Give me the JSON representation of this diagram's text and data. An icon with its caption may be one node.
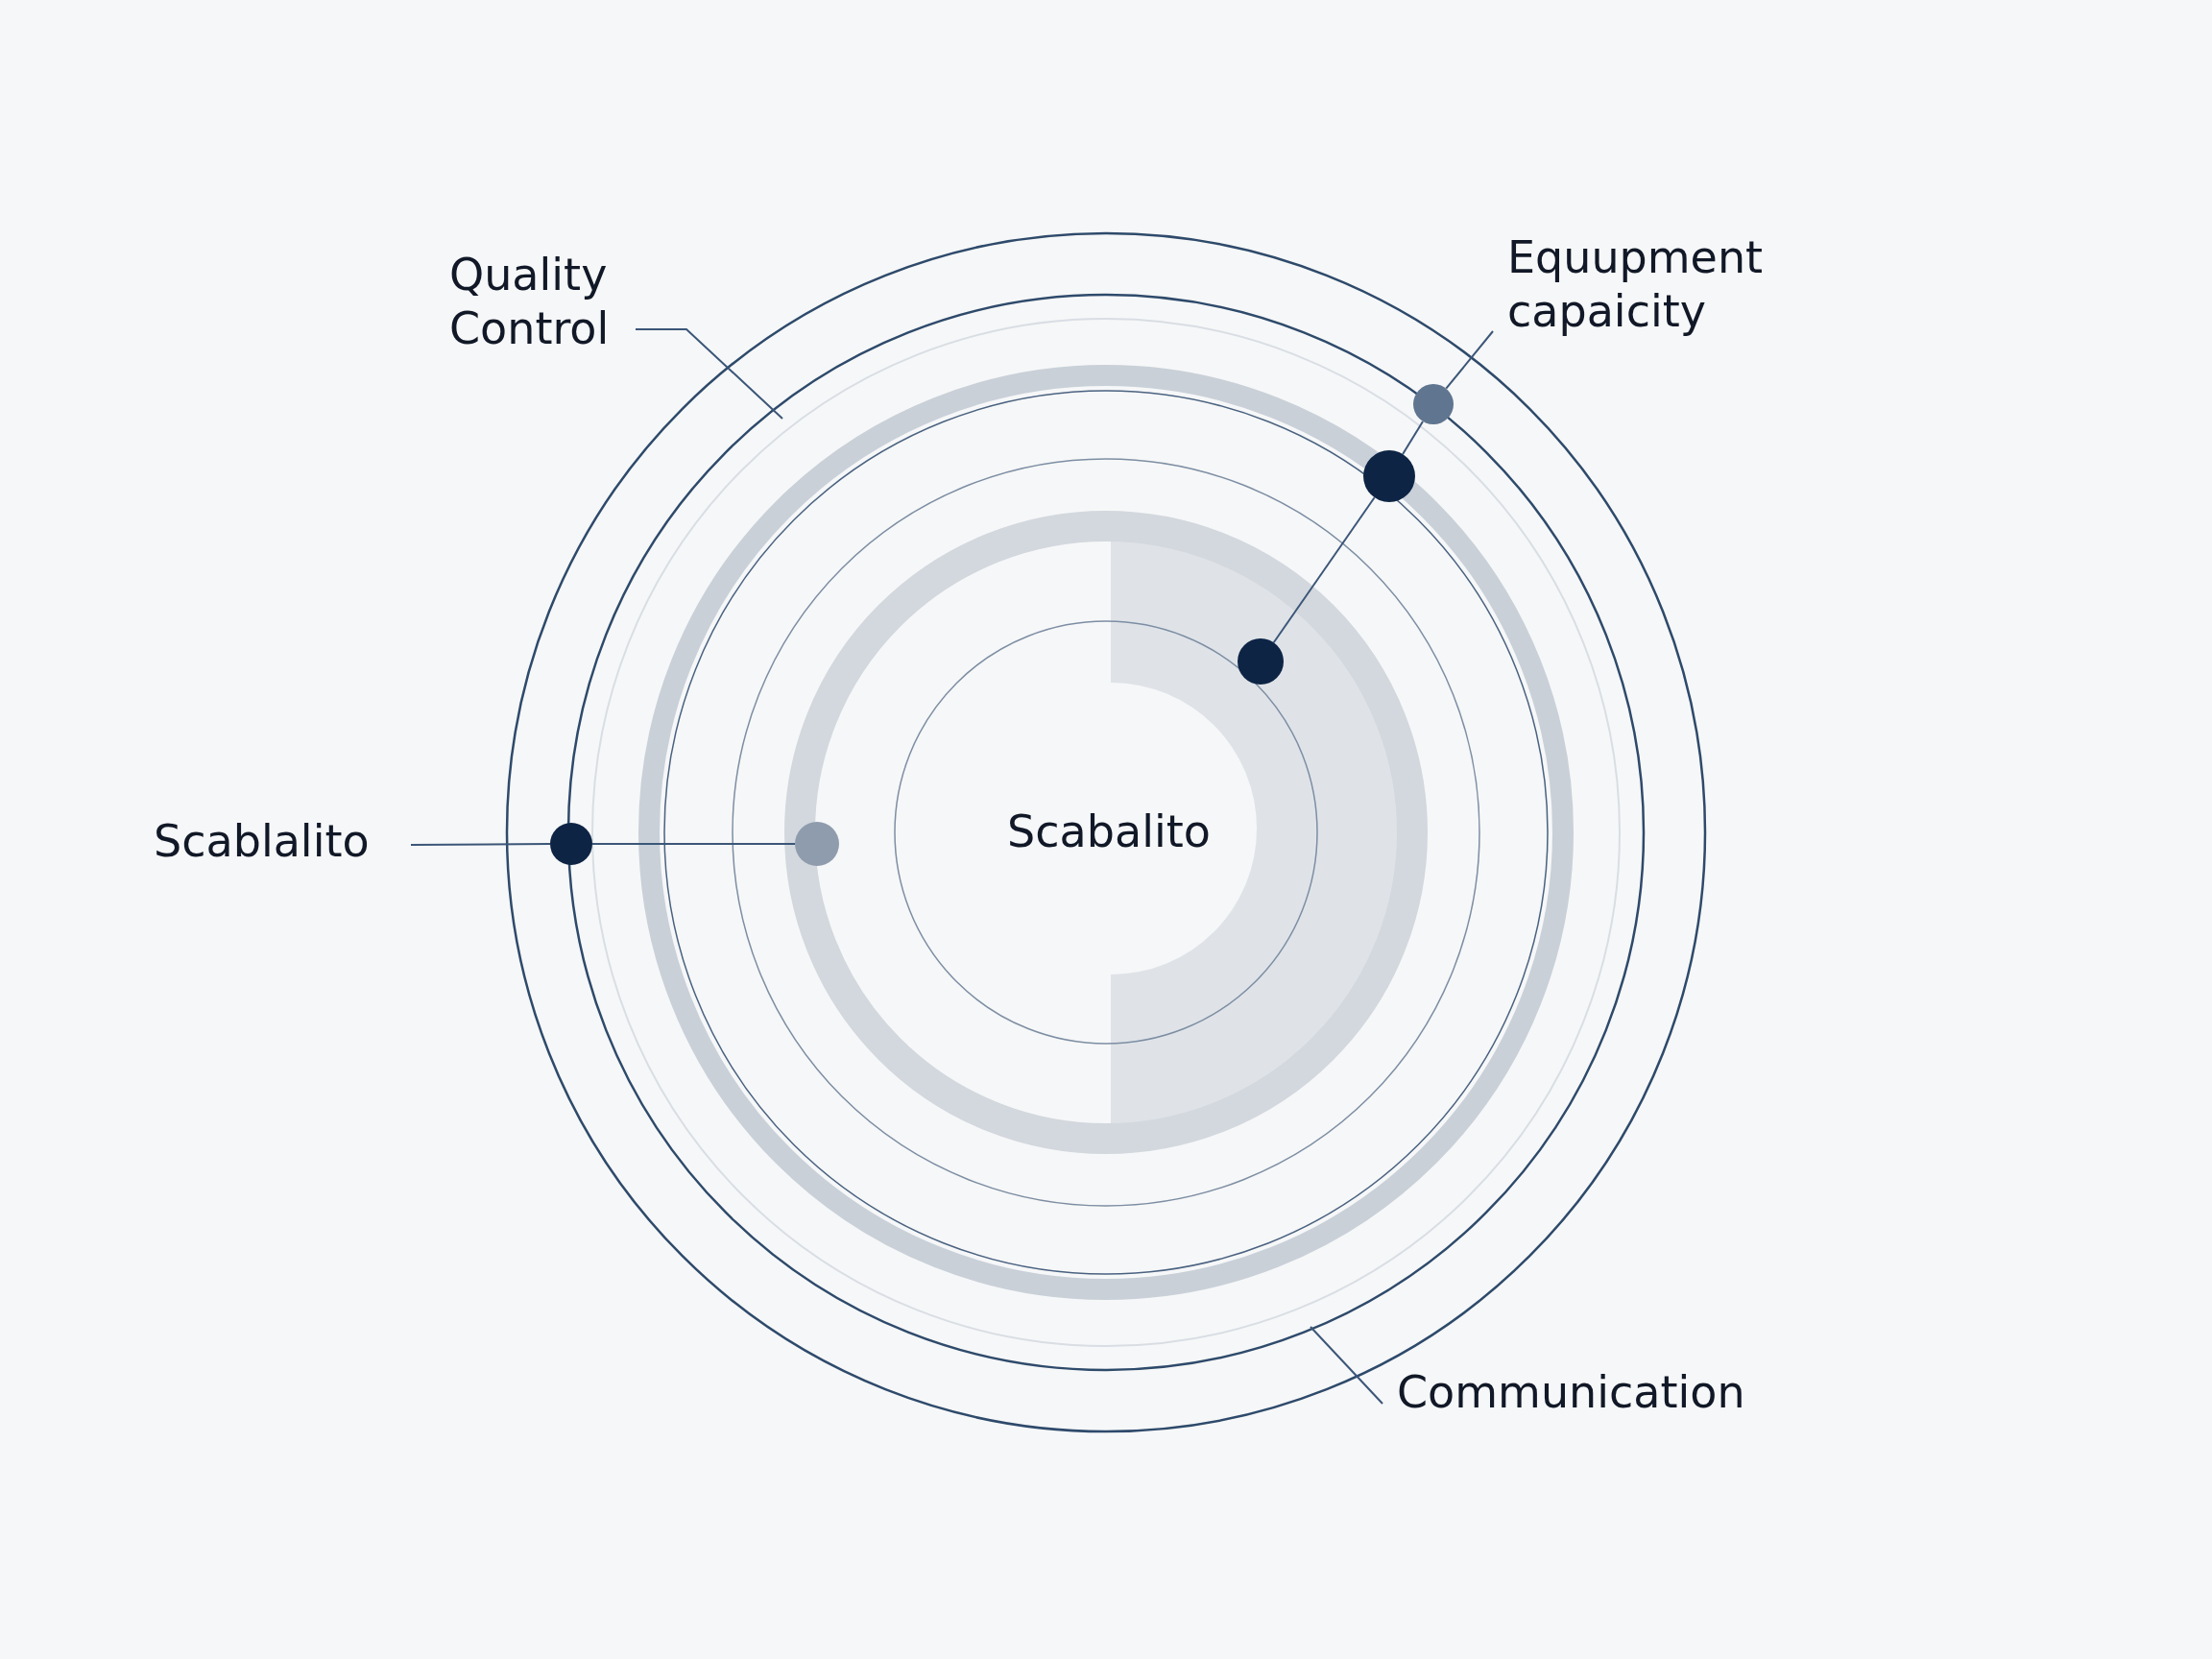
{
  "diagram": {
    "nodes": [
      {
        "text": [
          "Quality Control"
        ]
      },
      {
        "text": [
          "Equupment capaicity"
        ]
      },
      {
        "text": [
          "Scablalito"
        ]
      },
      {
        "text": [
          "Communication"
        ]
      },
      {
        "text": [
          "Scabalito"
        ]
      },
      {
        "text": [],
        "shape": "circle"
      },
      {
        "text": [],
        "shape": "circle"
      },
      {
        "text": [],
        "shape": "circle"
      },
      {
        "text": [],
        "shape": "circle"
      },
      {
        "text": [],
        "shape": "circle"
      }
    ],
    "edges": [
      {
        "from": 0,
        "to": null,
        "arrow": "none"
      },
      {
        "from": 1,
        "to": 5,
        "arrow": "none"
      },
      {
        "from": 5,
        "to": 6,
        "arrow": "none"
      },
      {
        "from": 6,
        "to": 7,
        "arrow": "none"
      },
      {
        "from": 2,
        "to": 8,
        "arrow": "none"
      },
      {
        "from": 8,
        "to": 9,
        "arrow": "none"
      },
      {
        "from": 3,
        "to": null,
        "arrow": "none"
      }
    ]
  }
}
